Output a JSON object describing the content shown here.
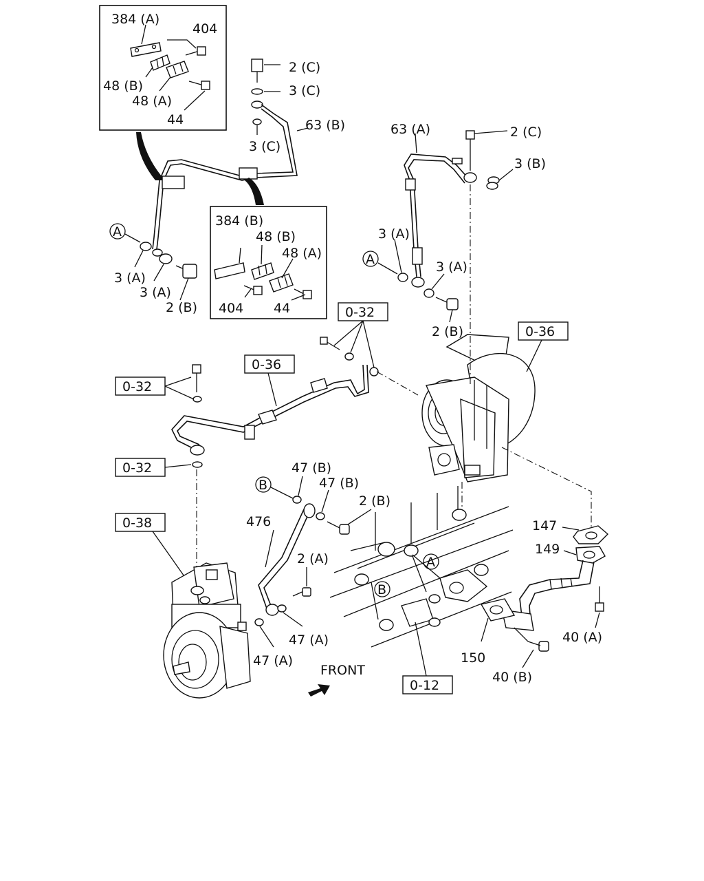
{
  "labels": {
    "l384a": "384 (A)",
    "l404_top": "404",
    "l48b_top": "48 (B)",
    "l48a_top": "48 (A)",
    "l44_top": "44",
    "l2c_1": "2 (C)",
    "l3c_1": "3 (C)",
    "l63b": "63 (B)",
    "l3c_2": "3 (C)",
    "l63a": "63 (A)",
    "l2c_2": "2 (C)",
    "l3b": "3 (B)",
    "l3a_1": "3 (A)",
    "l3a_2": "3 (A)",
    "l2b_1": "2 (B)",
    "l384b": "384 (B)",
    "l48b_mid": "48 (B)",
    "l48a_mid": "48 (A)",
    "l404_mid": "404",
    "l44_mid": "44",
    "l3a_3": "3 (A)",
    "l3a_4": "3 (A)",
    "l2b_2": "2 (B)",
    "l47b_1": "47 (B)",
    "l47b_2": "47 (B)",
    "l2b_3": "2 (B)",
    "l476": "476",
    "l2a": "2 (A)",
    "l47a_1": "47 (A)",
    "l47a_2": "47 (A)",
    "l147": "147",
    "l149": "149",
    "l40a": "40 (A)",
    "l150": "150",
    "l40b": "40 (B)",
    "front": "FRONT"
  },
  "circled": {
    "a1": "A",
    "a2": "A",
    "a3": "A",
    "b1": "B",
    "b2": "B"
  },
  "refs": {
    "r032_top": "0-32",
    "r036_top": "0-36",
    "r036_mid": "0-36",
    "r032_left1": "0-32",
    "r032_left2": "0-32",
    "r038": "0-38",
    "r012": "0-12"
  }
}
